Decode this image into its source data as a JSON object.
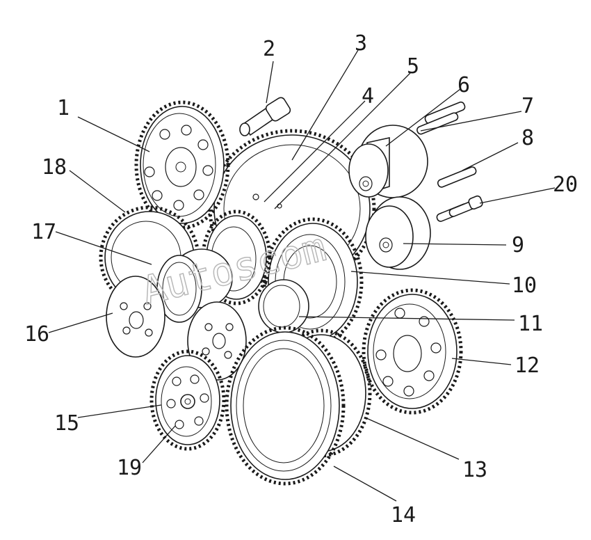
{
  "watermark": "Autoscom",
  "callouts": [
    {
      "id": "1",
      "text": "1"
    },
    {
      "id": "2",
      "text": "2"
    },
    {
      "id": "3",
      "text": "3"
    },
    {
      "id": "4",
      "text": "4"
    },
    {
      "id": "5",
      "text": "5"
    },
    {
      "id": "6",
      "text": "6"
    },
    {
      "id": "7",
      "text": "7"
    },
    {
      "id": "8",
      "text": "8"
    },
    {
      "id": "9",
      "text": "9"
    },
    {
      "id": "10",
      "text": "10"
    },
    {
      "id": "11",
      "text": "11"
    },
    {
      "id": "12",
      "text": "12"
    },
    {
      "id": "13",
      "text": "13"
    },
    {
      "id": "14",
      "text": "14"
    },
    {
      "id": "15",
      "text": "15"
    },
    {
      "id": "16",
      "text": "16"
    },
    {
      "id": "17",
      "text": "17"
    },
    {
      "id": "18",
      "text": "18"
    },
    {
      "id": "19",
      "text": "19"
    },
    {
      "id": "20",
      "text": "20"
    }
  ]
}
